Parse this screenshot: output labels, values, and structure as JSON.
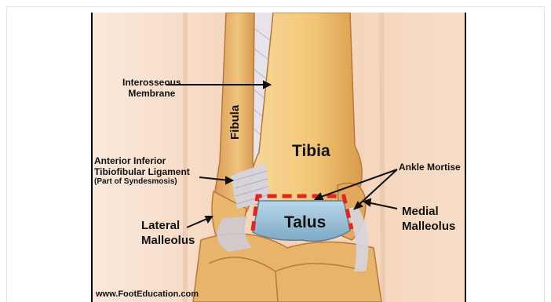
{
  "figure": {
    "labels": {
      "interosseous_1": "Interosseous",
      "interosseous_2": "Membrane",
      "fibula": "Fibula",
      "tibia": "Tibia",
      "aitfl_1": "Anterior Inferior",
      "aitfl_2": "Tibiofibular Ligament",
      "aitfl_3": "(Part of Syndesmosis)",
      "ankle_mortise": "Ankle Mortise",
      "talus": "Talus",
      "lateral_1": "Lateral",
      "lateral_2": "Malleolus",
      "medial_1": "Medial",
      "medial_2": "Malleolus"
    },
    "credit": "www.FootEducation.com",
    "colors": {
      "skin": "#f2cdb0",
      "bone": "#eec27a",
      "talus": "#9ec7dd",
      "mortise_outline": "#e0261f",
      "ligament": "#d8d8e0"
    }
  }
}
